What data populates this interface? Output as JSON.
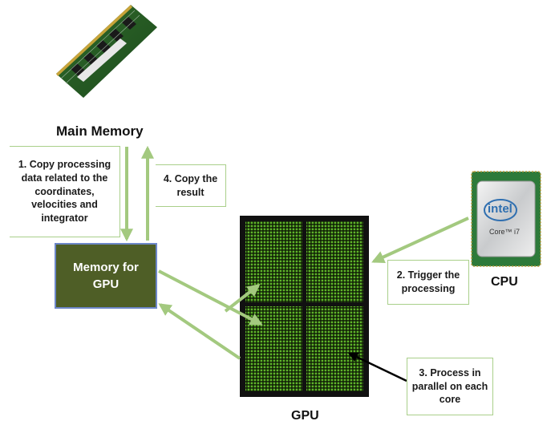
{
  "labels": {
    "main_memory": "Main Memory",
    "memory_for_gpu": "Memory for\nGPU",
    "gpu": "GPU",
    "cpu": "CPU"
  },
  "steps": {
    "step1": "1. Copy processing\ndata related to the\ncoordinates,\nvelocities and\nintegrator",
    "step2": "2. Trigger the\nprocessing",
    "step3": "3. Process in\nparallel on each\ncore",
    "step4": "4. Copy the\nresult"
  },
  "cpu_chip": {
    "brand": "intel",
    "model": "Core™ i7"
  },
  "colors": {
    "arrow_green": "#a3c97f",
    "gpu_green": "#3f8f1a",
    "memory_box": "#4e5e26",
    "memory_border": "#6d87c9",
    "callout_border": "#a9cf8a"
  },
  "icons": [
    "ram-module-icon",
    "cpu-chip-icon"
  ]
}
